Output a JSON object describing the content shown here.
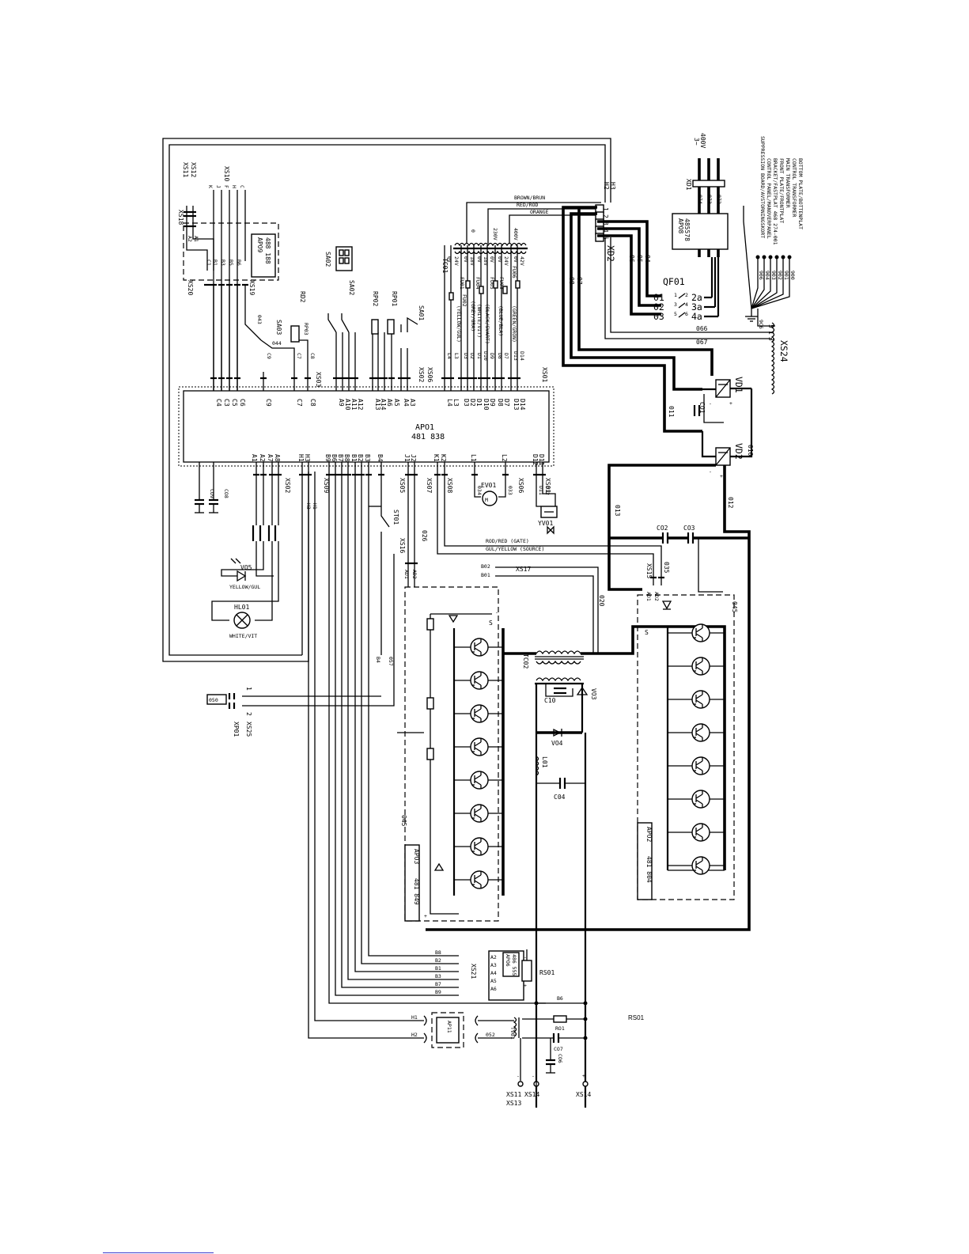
{
  "diagram": {
    "main_board": {
      "ref": "APO1",
      "part": "481 838"
    },
    "connector_xd2": {
      "ref": "XD2",
      "pins": [
        "1",
        "2",
        "3",
        "4",
        "5"
      ]
    },
    "breaker": {
      "ref": "QF01",
      "left": [
        "01",
        "02",
        "03"
      ],
      "right": [
        "2a",
        "3a",
        "4a"
      ],
      "pins_l": [
        "1",
        "3",
        "5"
      ],
      "pins_r": [
        "2",
        "4",
        "6"
      ]
    },
    "supply": {
      "voltage": "400V",
      "phase": "3~",
      "ref": "XD1",
      "wires": [
        "074",
        "073",
        "072"
      ],
      "board": "APO8",
      "board_part": "485578"
    },
    "legend": {
      "wires": [
        "900",
        "901",
        "902",
        "903",
        "904",
        "906",
        "9C6"
      ],
      "lines": [
        "BOTTOM PLATE/BOTTENPLAT",
        "CONTROL TRANSFORMER",
        "MAIN TRANSFORMER",
        "FRONT PLATE/FRONTPLAT",
        "BRACKET/FASTPLAT 468 274-001",
        "CONTROL PANEL/MANOVERPANEL",
        "SUPPRESSION BOARD/AVSTORNINGSKORT"
      ]
    },
    "transformer_tc01": {
      "ref": "TC01",
      "taps": [
        "0",
        "230V",
        "400V"
      ],
      "wires": [
        "BROWN/BRUN",
        "RED/ROD",
        "ORANGE"
      ],
      "coil_outputs": [
        "0V",
        "24V",
        "0V",
        "18V",
        "0V",
        "18V",
        "0V",
        "0V",
        "24V",
        "0V",
        "42V"
      ],
      "fuses": [
        "FU01",
        "FU02",
        "FU03",
        "FU04",
        "FU05",
        "FU06"
      ],
      "colors": [
        "(YELLOW/GUL)",
        "(GREY/GRA)",
        "(WHITE/VIT)",
        "(BLACK/SVART)",
        "(BLUE/BLA)",
        "(GREEN/GRON)"
      ],
      "codes": [
        "L4",
        "L3",
        "D3",
        "D2",
        "D1",
        "D10",
        "D9",
        "D8",
        "D7",
        "D13",
        "D14"
      ]
    },
    "xs01_pins": [
      "D14",
      "D13",
      "D7",
      "D8",
      "D9",
      "D10",
      "D1",
      "D2",
      "D3",
      "L3",
      "L4",
      "A3",
      "A4",
      "A5",
      "A6",
      "A14",
      "A13"
    ],
    "xs_labels": [
      "XS01",
      "XS06",
      "XS02",
      "XS03",
      "XS20",
      "XS19",
      "XS02",
      "XS09",
      "XS05",
      "XS07",
      "XS08",
      "XS06",
      "XS01"
    ],
    "xs03_pins": [
      "A12",
      "A11",
      "A10",
      "A9",
      "C8",
      "C7",
      "C9",
      "C6",
      "C5",
      "C3",
      "C4"
    ],
    "bottom_pins": [
      "A1",
      "A2",
      "A7",
      "A8",
      "H1",
      "H3",
      "B9",
      "B6",
      "B7",
      "B8",
      "B1",
      "B2",
      "B3",
      "B4",
      "J1",
      "J2",
      "K1",
      "K2",
      "L1",
      "L2",
      "D12",
      "D11"
    ],
    "apo9": {
      "ref": "APO9",
      "part": "488 188",
      "pins": [
        "A2",
        "A1",
        "B1",
        "B3",
        "B5",
        "B6",
        "C1"
      ],
      "conns": [
        "XS11",
        "XS12",
        "XS10",
        "XS18"
      ]
    },
    "xs10_pins": [
      "K",
      "J",
      "F",
      "H",
      "C"
    ],
    "controls": [
      "SA01",
      "RP01",
      "RP02",
      "SA02",
      "RD2",
      "RP03",
      "SA03",
      "SA02"
    ],
    "ctrl_wires": [
      "043",
      "044",
      "C9",
      "C7",
      "C8"
    ],
    "lamps": {
      "v05": "VO5",
      "v05_color": "YELLOW/GUL",
      "hl01": "HL01",
      "hl01_color": "WHITE/VIT"
    },
    "caps_left": [
      "CO8",
      "CO9"
    ],
    "st01": "ST01",
    "ev01": "EV01",
    "yv01": "YV01",
    "sig_wires": [
      "034",
      "033",
      "D11",
      "D12",
      "026",
      "035"
    ],
    "xs16": {
      "ref": "XS16",
      "pins": [
        "AD1",
        "AD2"
      ],
      "lines": [
        "GUL/YELLOW (SOURCE)",
        "ROD/RED (GATE)",
        "GUL/YELLOW (SOURCE)",
        "ROD/RED (GATE)"
      ]
    },
    "xs15": {
      "ref": "XS15",
      "pins": [
        "AD1",
        "AD2"
      ]
    },
    "xs17": {
      "ref": "XS17",
      "pins": [
        "B02",
        "B01"
      ]
    },
    "rectifiers": [
      "VD1",
      "VD2"
    ],
    "rect_wires": [
      "011",
      "010",
      "013",
      "012",
      "CO1"
    ],
    "xd2_wires": [
      "04",
      "05",
      "06",
      "07",
      "08",
      "066",
      "067"
    ],
    "xs24": {
      "ref": "XS24",
      "pins": [
        "5",
        "1",
        "3"
      ]
    },
    "bus_caps": [
      "CO2",
      "CO3"
    ],
    "apo3": {
      "ref": "APO3",
      "part": "481 849",
      "s": "S"
    },
    "apo2": {
      "ref": "APO2",
      "part": "481 804",
      "s": "S"
    },
    "tc02": "TC02",
    "output": {
      "c10": "C10",
      "v03": "VO3",
      "v04": "VO4",
      "l01": "L01",
      "c04": "C04",
      "w020": "020",
      "w045": "045",
      "w045b": "045"
    },
    "xs25": {
      "ref": "XS25",
      "xp": "XP01",
      "pins": [
        "1",
        "2"
      ],
      "w": "050",
      "b4": "B4",
      "w057": "057"
    },
    "xs21": {
      "ref": "XS21",
      "b": [
        "B8",
        "B2",
        "B1",
        "B3",
        "B7",
        "B9"
      ],
      "a": [
        "A2",
        "A3",
        "A4",
        "A5",
        "A6"
      ],
      "board": "APO6",
      "board_part": "486 555",
      "rs": "RS01"
    },
    "ap11": {
      "ref": "AP11",
      "h1": "H1",
      "h2": "H2",
      "w052": "052",
      "tv01": "TV01"
    },
    "shunt": {
      "b6": "B6",
      "r01": "RO1",
      "c07": "CO7",
      "c06": "CO6"
    },
    "terminals": [
      "XS11",
      "XS13",
      "XS14",
      "XS14"
    ],
    "rs01_label": "RS01",
    "misc": {
      "h2": "H2",
      "h3": "H3",
      "h1": "H1",
      "minus": "-",
      "plus": "+"
    }
  }
}
